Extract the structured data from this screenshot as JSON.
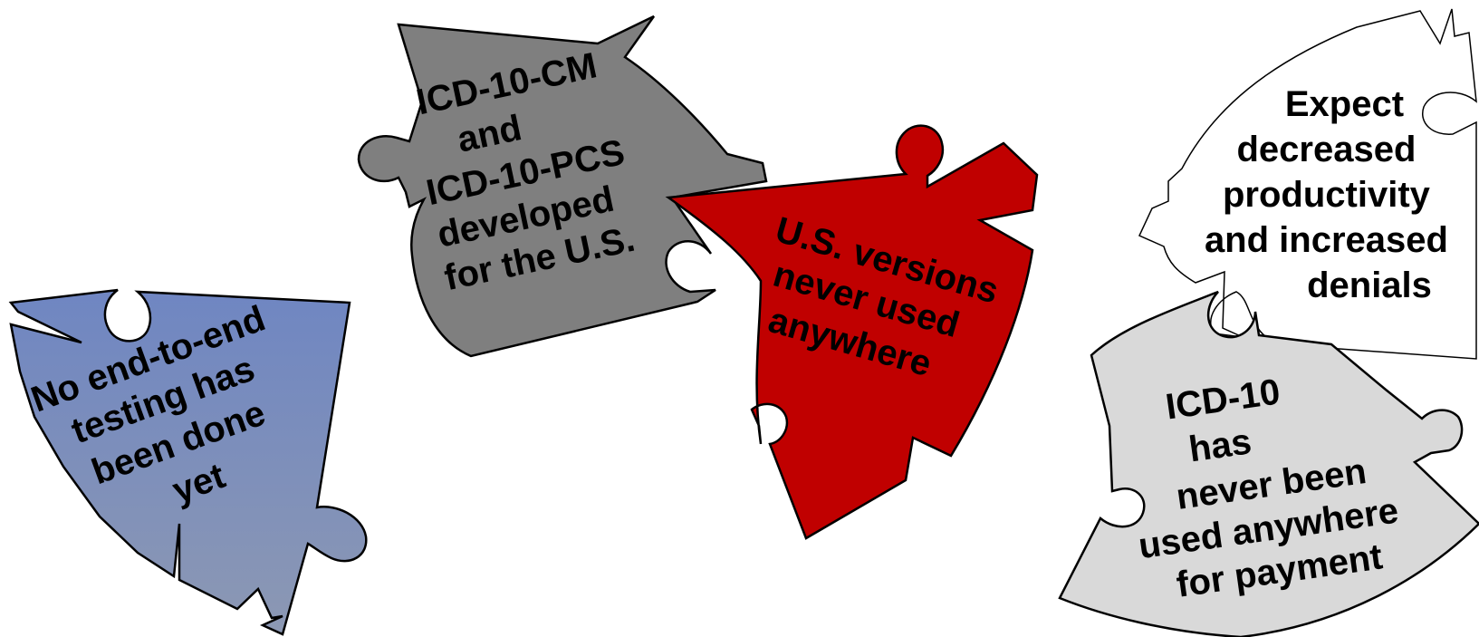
{
  "pieces": [
    {
      "id": "blue",
      "fill": "#7f93bd",
      "text_color": "#000000",
      "lines": [
        "No end-to-end",
        "testing has",
        "been done",
        "yet"
      ]
    },
    {
      "id": "dark-gray",
      "fill": "#7f7f7f",
      "text_color": "#000000",
      "lines": [
        "ICD-10-CM",
        "and",
        "ICD-10-PCS",
        "developed",
        "for the U.S."
      ]
    },
    {
      "id": "red",
      "fill": "#c00000",
      "text_color": "#000000",
      "lines": [
        "U.S. versions",
        "never used",
        "anywhere"
      ]
    },
    {
      "id": "white",
      "fill": "#ffffff",
      "text_color": "#000000",
      "lines": [
        "Expect",
        "decreased",
        "productivity",
        "and increased",
        "denials"
      ]
    },
    {
      "id": "light-gray",
      "fill": "#d9d9d9",
      "text_color": "#000000",
      "lines": [
        "ICD-10",
        "has",
        "never been",
        "used anywhere",
        "for payment"
      ]
    }
  ]
}
